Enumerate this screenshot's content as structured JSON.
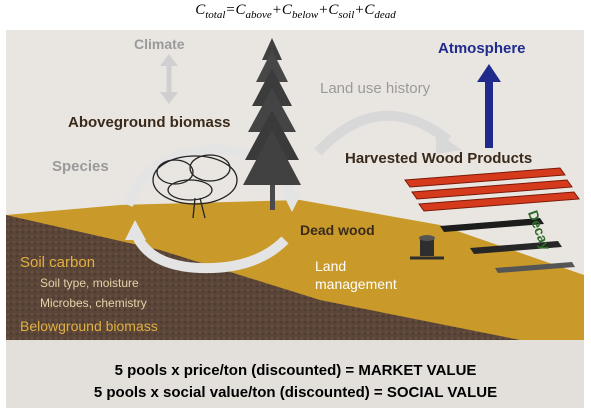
{
  "formula": {
    "lhs": "C",
    "lhs_sub": "total",
    "terms": [
      {
        "symbol": "C",
        "sub": "above"
      },
      {
        "symbol": "C",
        "sub": "below"
      },
      {
        "symbol": "C",
        "sub": "soil"
      },
      {
        "symbol": "C",
        "sub": "dead"
      }
    ]
  },
  "labels": {
    "climate": "Climate",
    "atmosphere": "Atmosphere",
    "land_use_history": "Land use history",
    "aboveground_biomass": "Aboveground biomass",
    "species": "Species",
    "harvested_wood_products": "Harvested Wood Products",
    "decay": "Decay",
    "dead_wood": "Dead wood",
    "soil_carbon": "Soil carbon",
    "soil_type": "Soil type, moisture",
    "microbes": "Microbes, chemistry",
    "land_management_1": "Land",
    "land_management_2": "management",
    "belowground_biomass": "Belowground biomass"
  },
  "bottom_lines": [
    "5 pools x price/ton (discounted) = MARKET VALUE",
    "5 pools x social value/ton (discounted) = SOCIAL VALUE"
  ],
  "colors": {
    "panel_bg": "#e9e6e2",
    "soil": "#5a4538",
    "land": "#c99a2a",
    "atmosphere_arrow": "#1f2a8c",
    "wood_planks": "#d63a1c",
    "decay_text": "#2e6a2a",
    "soil_text": "#e0b040",
    "grey_text": "#9a9a9a"
  }
}
